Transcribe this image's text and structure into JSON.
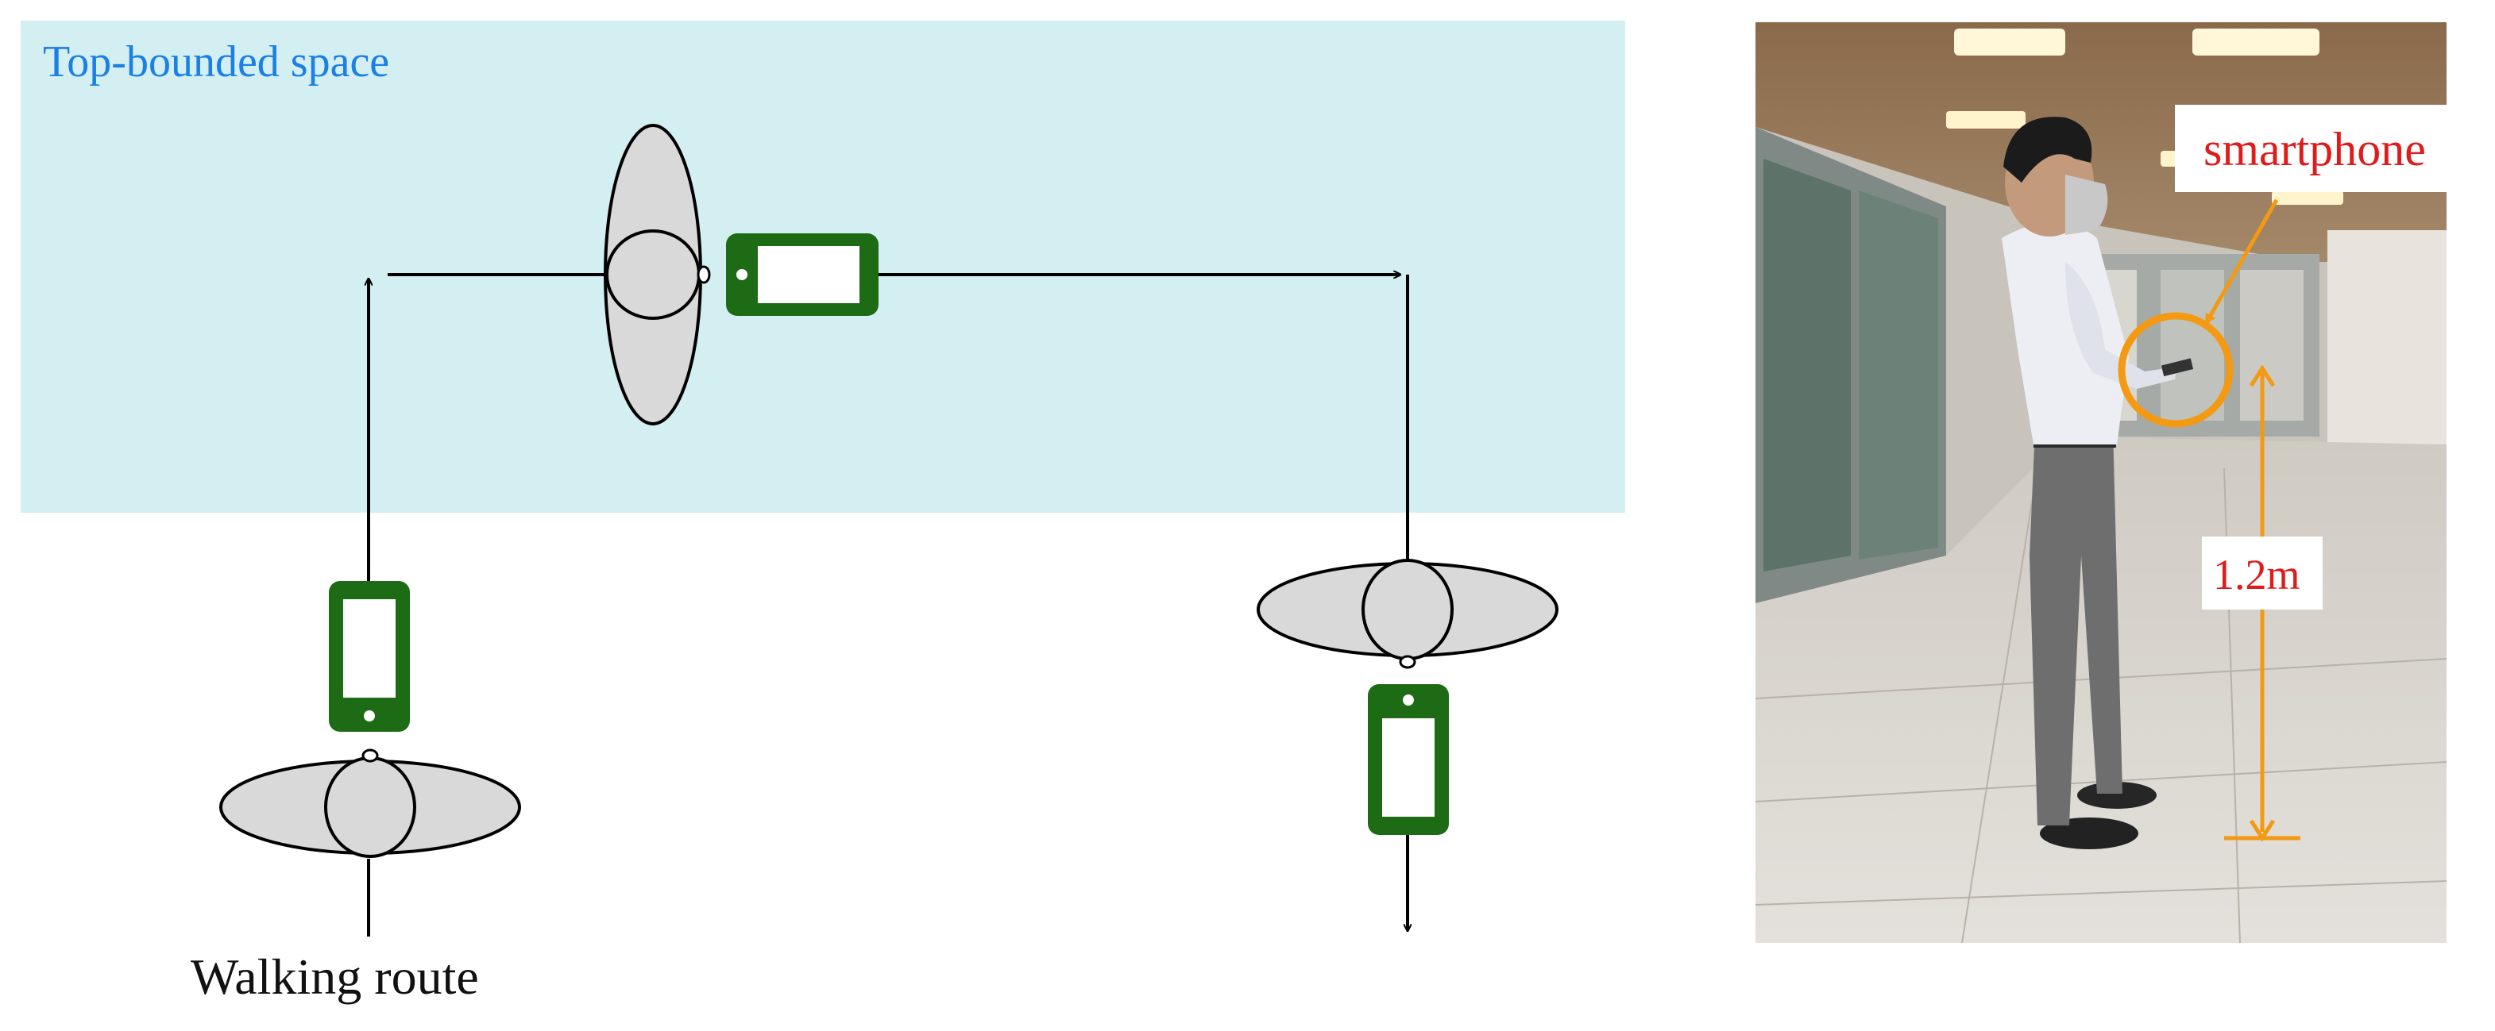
{
  "diagram": {
    "region_label": "Top-bounded space",
    "route_label": "Walking route",
    "colors": {
      "region_fill": "#d3eff1",
      "region_label": "#1a7fe6",
      "body_fill": "#d9d9d9",
      "phone": "#1e6b16",
      "arrow": "#000000"
    }
  },
  "photo": {
    "smartphone_label": "smartphone",
    "height_label": "1.2m",
    "colors": {
      "label_text": "#e01b1b",
      "marker": "#f39a12"
    }
  }
}
